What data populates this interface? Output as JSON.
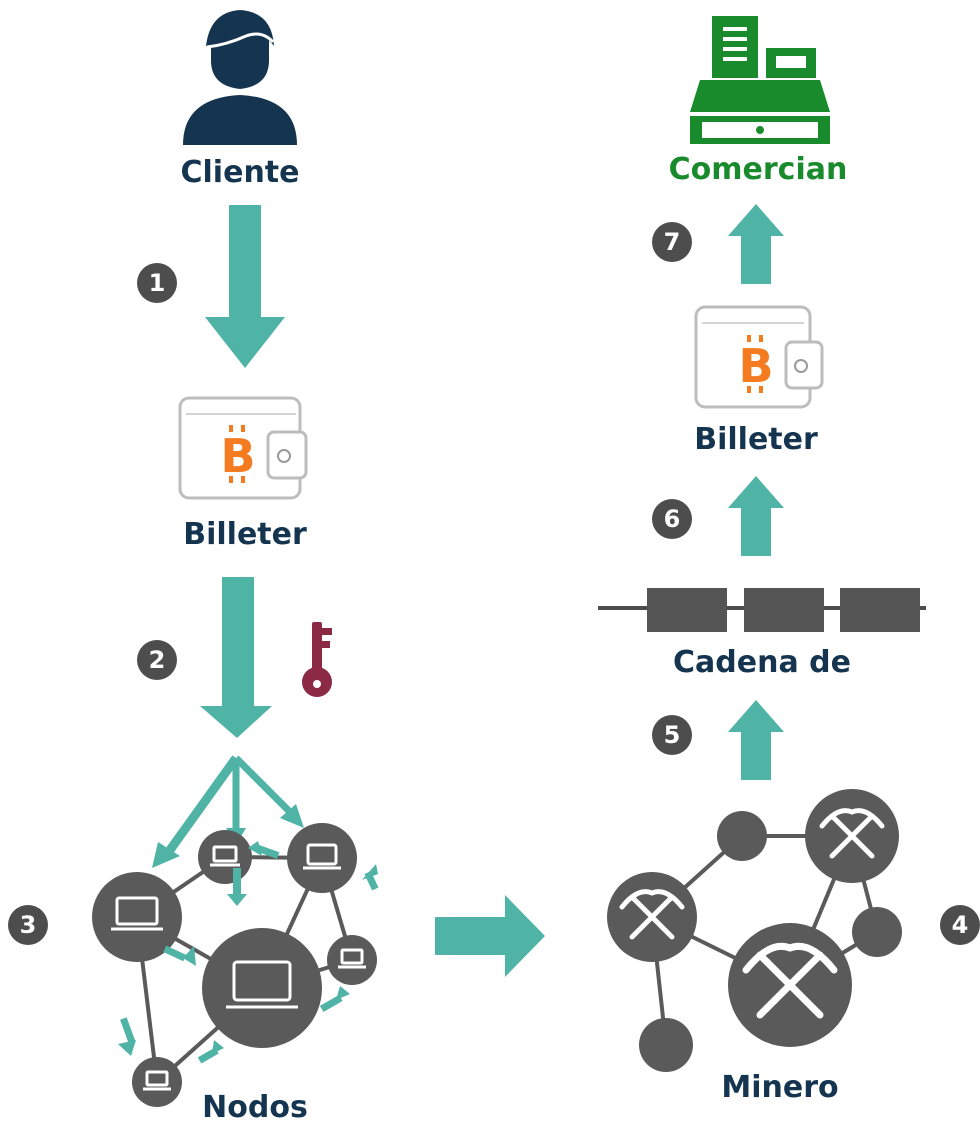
{
  "labels": {
    "client": "Cliente",
    "wallet_left": "Billeter",
    "nodes": "Nodos",
    "miner": "Minero",
    "chain": "Cadena de",
    "wallet_right": "Billeter",
    "merchant": "Comercian"
  },
  "steps": [
    "1",
    "2",
    "3",
    "4",
    "5",
    "6",
    "7"
  ],
  "wallet_symbol": "B",
  "colors": {
    "arrow": "#4fb3a6",
    "label": "#14344f",
    "merchant": "#1a8b2c",
    "node": "#5a5a5a",
    "step_badge": "#4d4d4d",
    "bitcoin": "#f47b20",
    "key": "#8c2a45"
  },
  "icons": {
    "client": "person-icon",
    "wallet": "bitcoin-wallet-icon",
    "key": "key-icon",
    "nodes": "computer-network-icon",
    "miner": "pickaxe-network-icon",
    "chain": "blockchain-icon",
    "merchant": "cash-register-icon"
  }
}
